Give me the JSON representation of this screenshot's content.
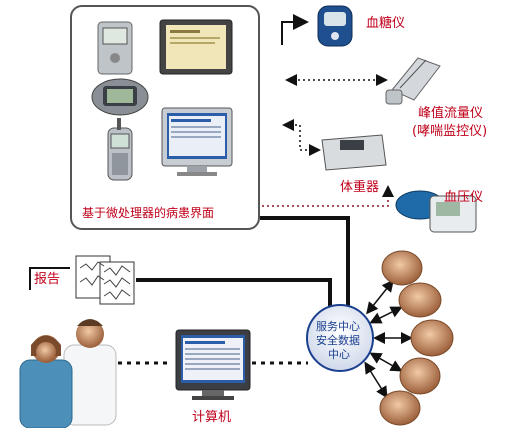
{
  "patient_interface": {
    "label": "基于微处理器的病患界面"
  },
  "devices": {
    "glucose": "血糖仪",
    "peak_flow_line1": "峰值流量仪",
    "peak_flow_line2": "(哮喘监控仪)",
    "scale": "体重器",
    "blood_pressure": "血压仪"
  },
  "report": {
    "label": "报告"
  },
  "computer": {
    "label": "计算机"
  },
  "service_center": {
    "line1": "服务中心",
    "line2": "安全数据",
    "line3": "中心"
  },
  "colors": {
    "label_red": "#c0001a",
    "center_blue": "#1a3f8f",
    "line_black": "#111111"
  }
}
